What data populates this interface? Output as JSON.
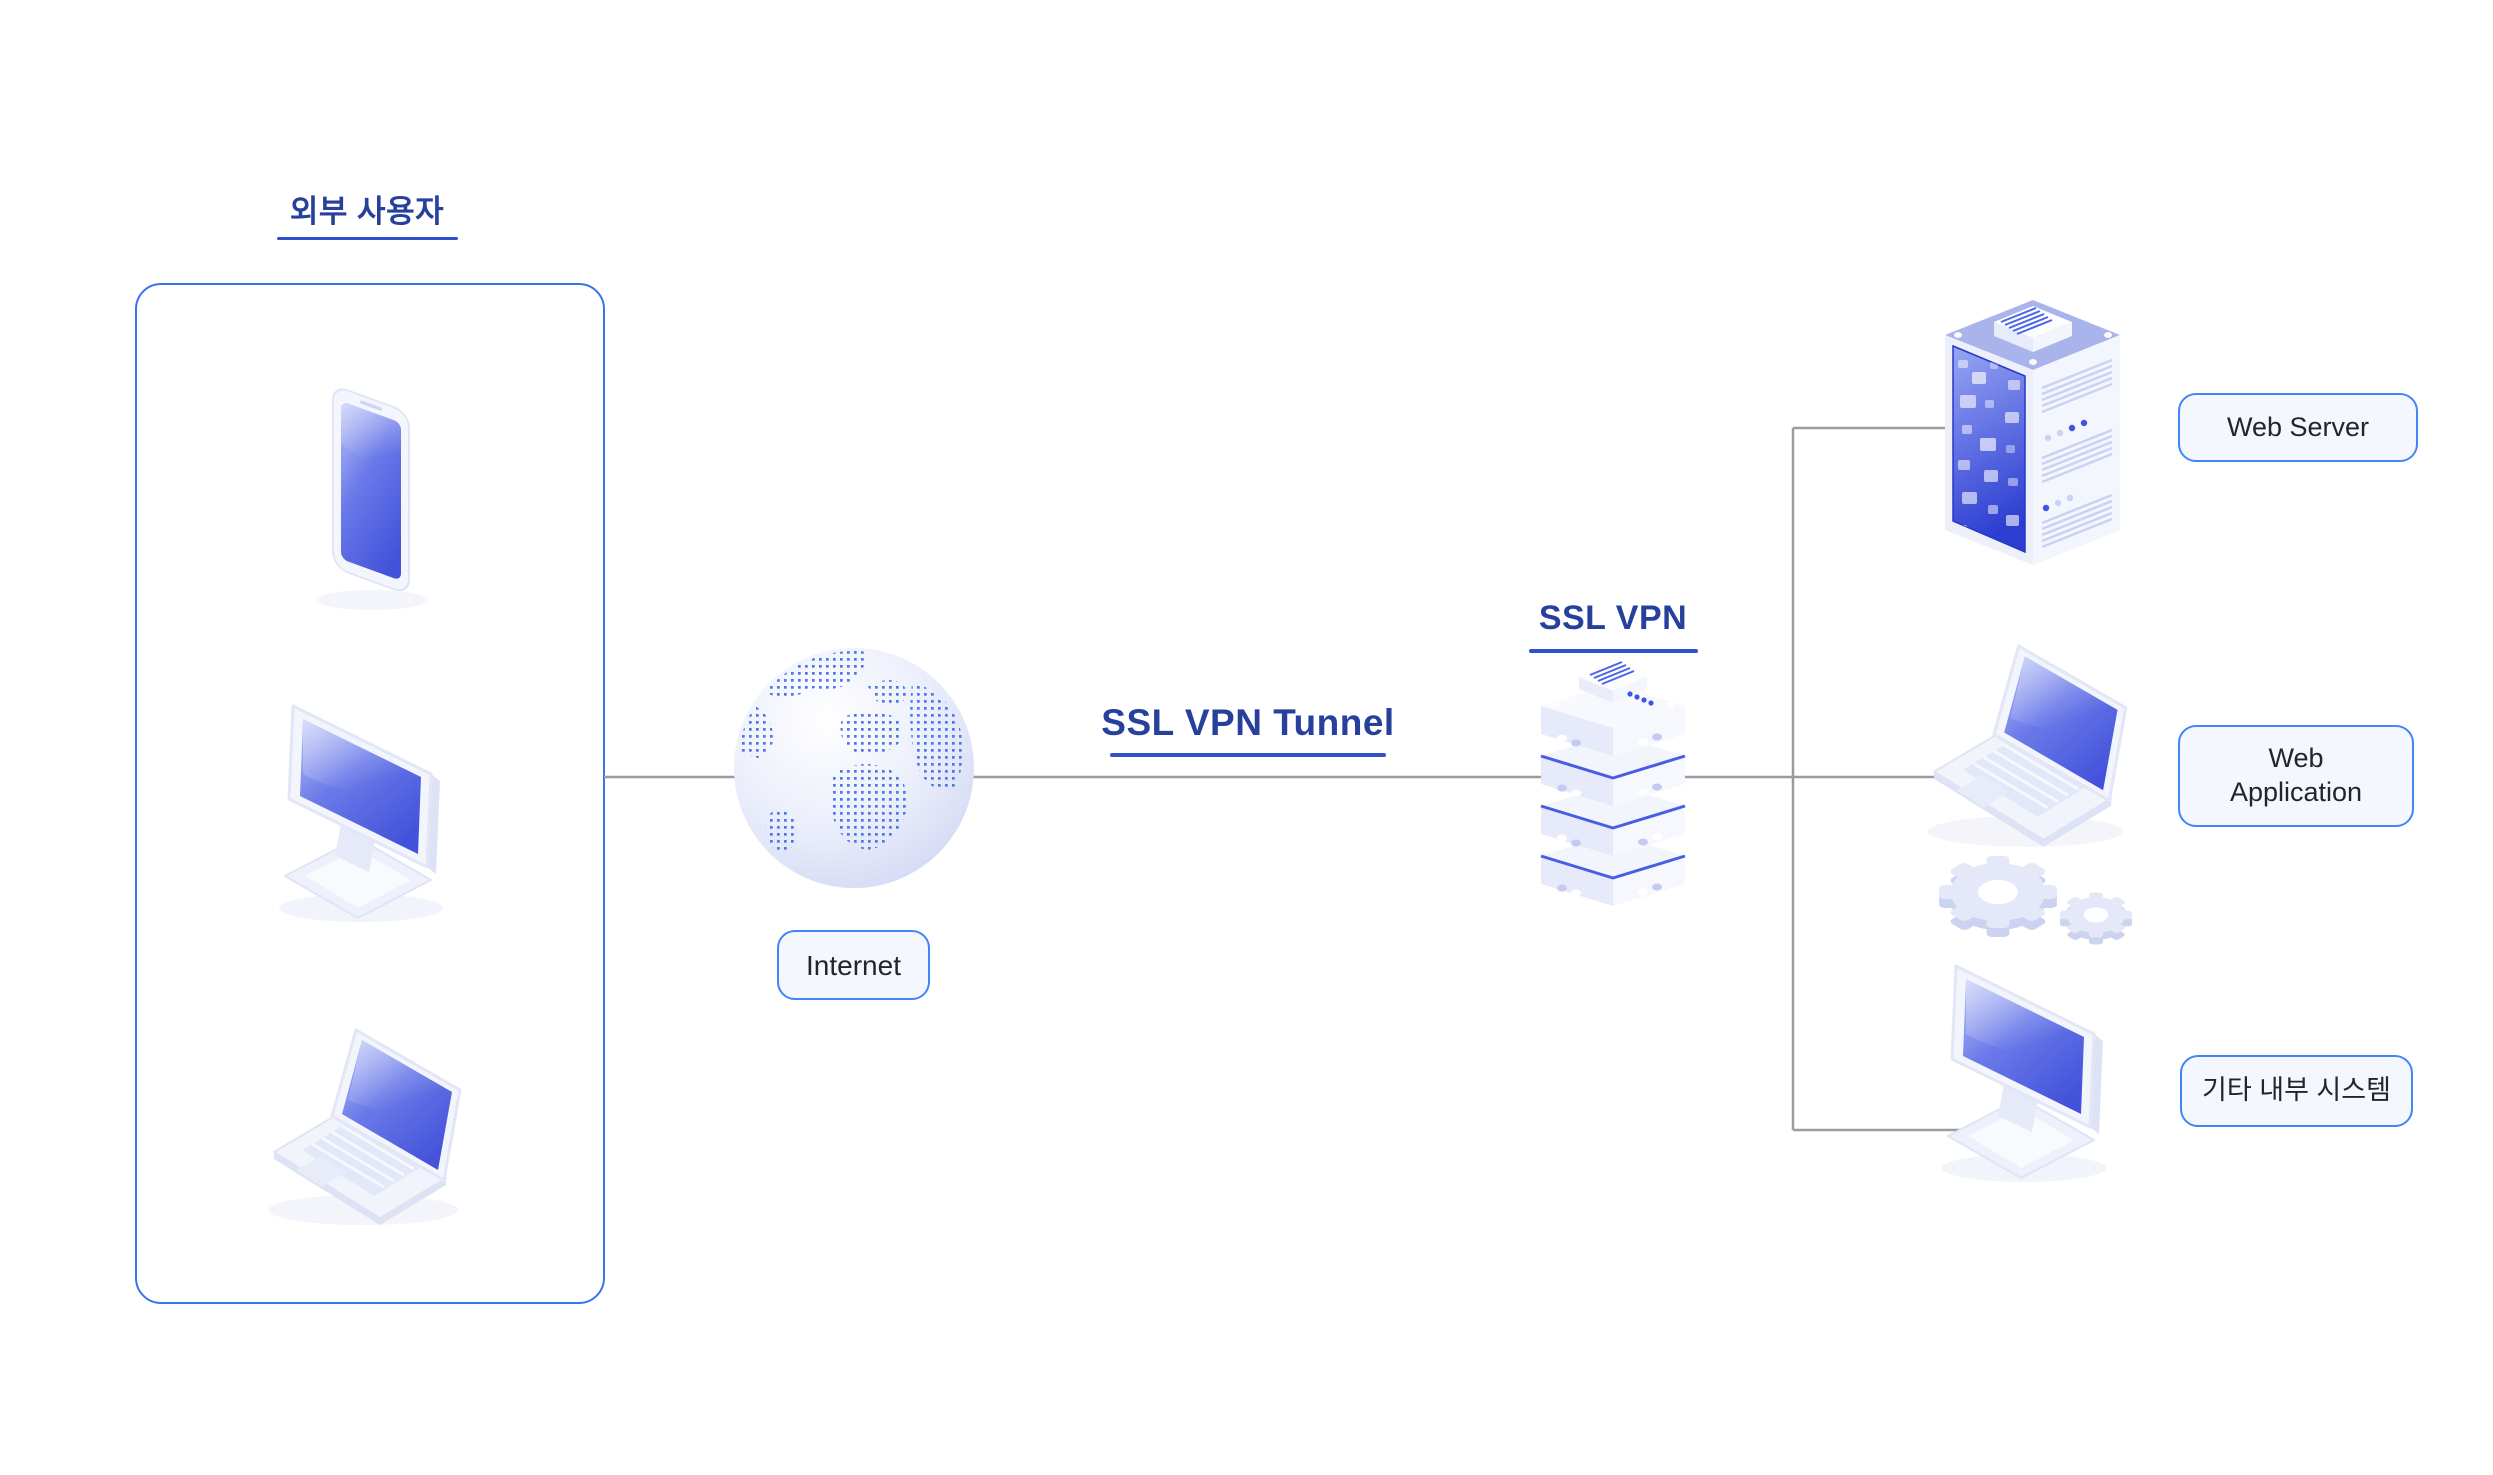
{
  "diagram": {
    "external_users": {
      "title": "외부 사용자",
      "devices": [
        "smartphone",
        "desktop-monitor",
        "laptop"
      ]
    },
    "internet": {
      "label": "Internet"
    },
    "tunnel": {
      "label": "SSL VPN Tunnel"
    },
    "gateway": {
      "label": "SSL VPN",
      "illustration": "server-stack"
    },
    "internal_systems": [
      {
        "label": "Web Server",
        "illustration": "server-tower"
      },
      {
        "label": "Web Application",
        "illustration": "laptop-with-gears"
      },
      {
        "label": "기타 내부 시스템",
        "illustration": "desktop-monitor"
      }
    ],
    "edges": [
      {
        "from": "external-users",
        "to": "internet"
      },
      {
        "from": "internet",
        "to": "ssl-vpn-gateway",
        "label": "SSL VPN Tunnel"
      },
      {
        "from": "ssl-vpn-gateway",
        "to": "web-server"
      },
      {
        "from": "ssl-vpn-gateway",
        "to": "web-application"
      },
      {
        "from": "ssl-vpn-gateway",
        "to": "other-internal-systems"
      }
    ],
    "colors": {
      "heading": "#26409c",
      "underline": "#2d52cb",
      "node_border": "#4285f4",
      "node_bg": "#f4f7fe",
      "node_text": "#22252e",
      "connector": "#9b9ba0",
      "accent_blue": "#3f55e2",
      "illustration_blue": "#4352da",
      "globe_dots": "#4a78e8"
    }
  }
}
